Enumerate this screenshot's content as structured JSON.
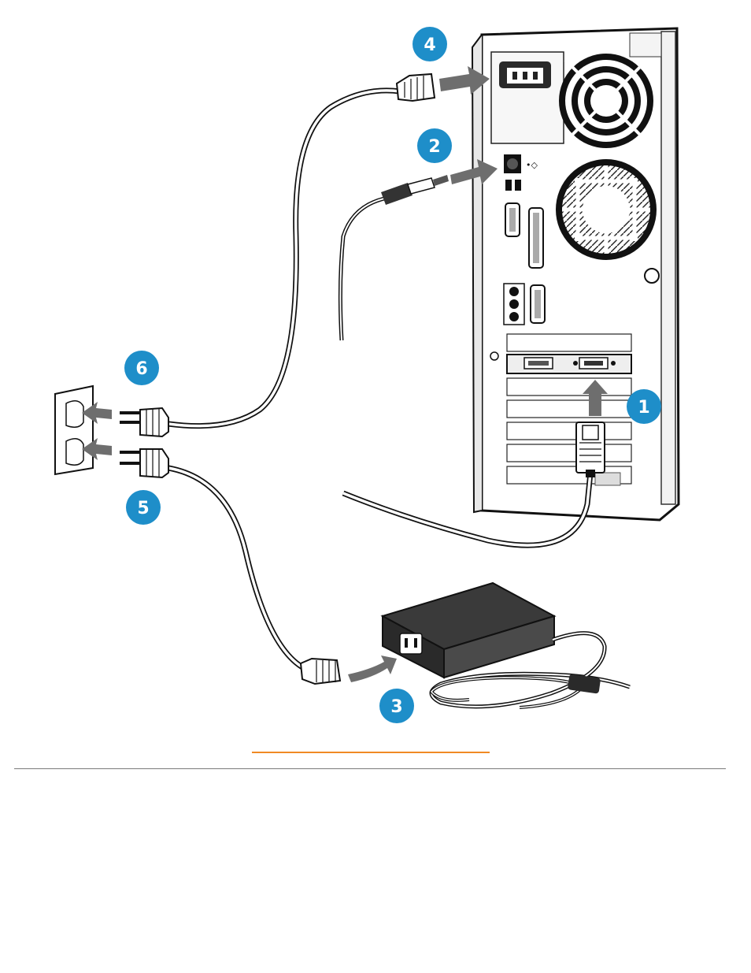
{
  "steps": {
    "step1": "1",
    "step2": "2",
    "step3": "3",
    "step4": "4",
    "step5": "5",
    "step6": "6"
  },
  "colors": {
    "badge": "#1e8ec9",
    "link_underline": "#f08a24",
    "arrow": "#6e6e6e",
    "outline": "#1a1a1a"
  }
}
